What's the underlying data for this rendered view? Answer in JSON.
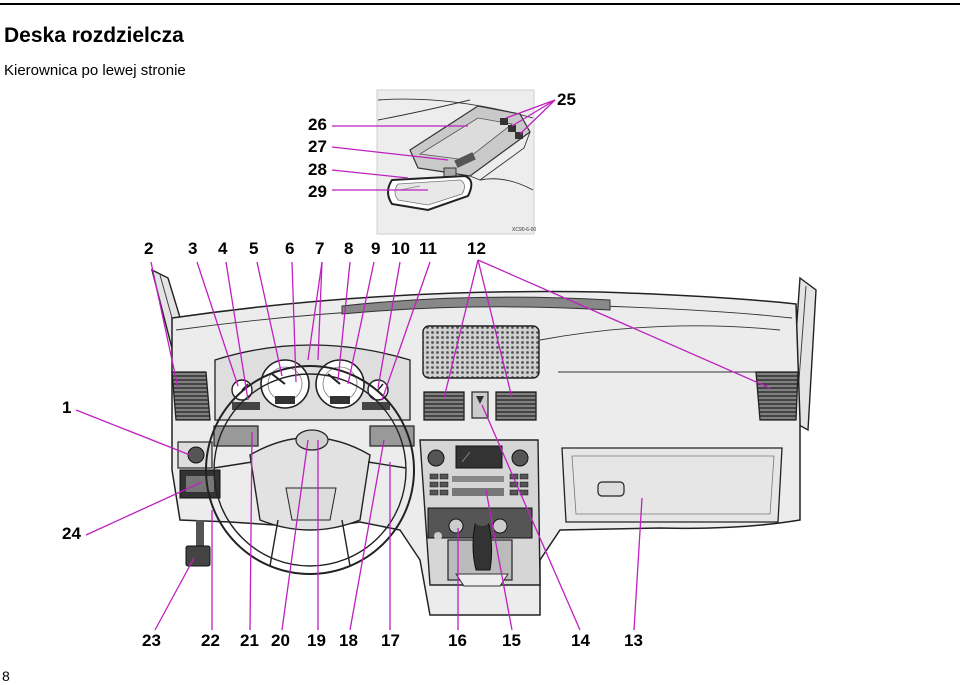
{
  "document": {
    "title": "Deska rozdzielcza",
    "subtitle": "Kierownica po lewej stronie",
    "page_number": "8"
  },
  "inset": {
    "code": "XC90-6-00"
  },
  "callouts": {
    "n1": "1",
    "n2": "2",
    "n3": "3",
    "n4": "4",
    "n5": "5",
    "n6": "6",
    "n7": "7",
    "n8": "8",
    "n9": "9",
    "n10": "10",
    "n11": "11",
    "n12": "12",
    "n13": "13",
    "n14": "14",
    "n15": "15",
    "n16": "16",
    "n17": "17",
    "n18": "18",
    "n19": "19",
    "n20": "20",
    "n21": "21",
    "n22": "22",
    "n23": "23",
    "n24": "24",
    "n25": "25",
    "n26": "26",
    "n27": "27",
    "n28": "28",
    "n29": "29"
  }
}
